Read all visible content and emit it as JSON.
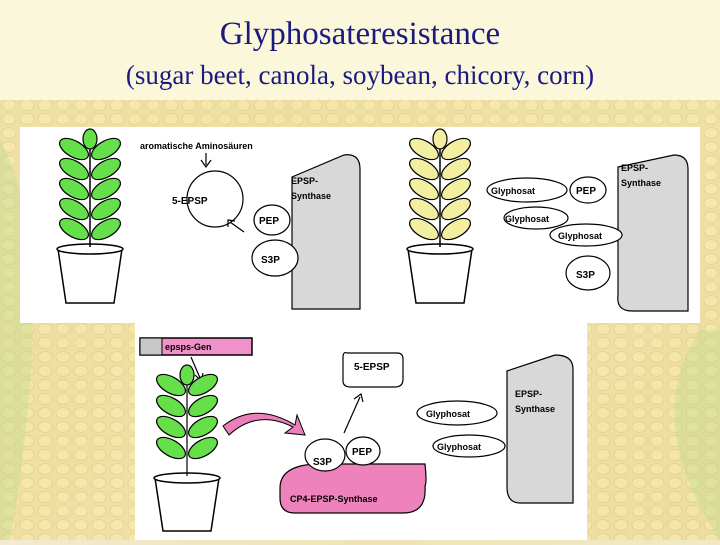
{
  "slide": {
    "title": "Glyphosateresistance",
    "subtitle": "(sugar beet, canola, soybean, chicory, corn)"
  },
  "diagram": {
    "colors": {
      "healthy_leaf": "#66e04a",
      "damaged_leaf": "#f2efa0",
      "enzyme": "#d8d8d8",
      "cp4_enzyme": "#ee82bc",
      "gene_box": "#f091c9",
      "title_text": "#1a1a80"
    },
    "panel_normal": {
      "aromatic_label": "aromatische Aminosäuren",
      "epsp_label": "5-EPSP",
      "enzyme_label_1": "EPSP-",
      "enzyme_label_2": "Synthase",
      "pep_label": "PEP",
      "s3p_label": "S3P"
    },
    "panel_inhibited": {
      "enzyme_label_1": "EPSP-",
      "enzyme_label_2": "Synthase",
      "glyphosat_1": "Glyphosat",
      "pep_label": "PEP",
      "glyphosat_2": "Glyphosat",
      "glyphosat_3": "Glyphosat",
      "s3p_label": "S3P"
    },
    "panel_transgenic": {
      "gene_label": "epsps-Gen",
      "epsp_label": "5-EPSP",
      "enzyme_label_1": "EPSP-",
      "enzyme_label_2": "Synthase",
      "glyphosat_1": "Glyphosat",
      "glyphosat_2": "Glyphosat",
      "s3p_label": "S3P",
      "pep_label": "PEP",
      "cp4_label": "CP4-EPSP-Synthase"
    }
  }
}
